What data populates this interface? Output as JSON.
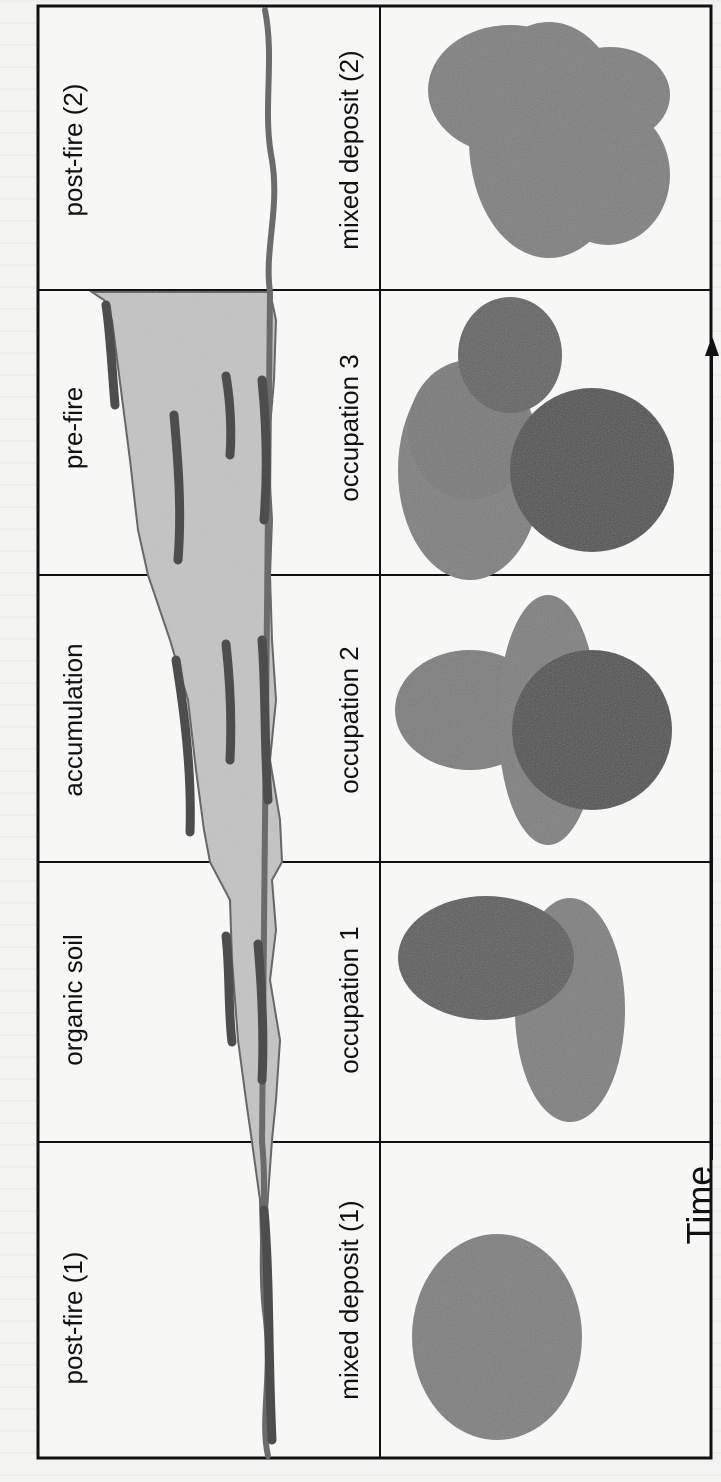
{
  "diagram": {
    "time_axis_label": "Time",
    "columns": [
      {
        "top_label": "post-fire (1)",
        "bottom_label": "mixed deposit (1)"
      },
      {
        "top_label": "organic soil",
        "bottom_label": "occupation 1"
      },
      {
        "top_label": "accumulation",
        "bottom_label": "occupation 2"
      },
      {
        "top_label": "pre-fire",
        "bottom_label": "occupation 3"
      },
      {
        "top_label": "post-fire (2)",
        "bottom_label": "mixed deposit (2)"
      }
    ]
  }
}
